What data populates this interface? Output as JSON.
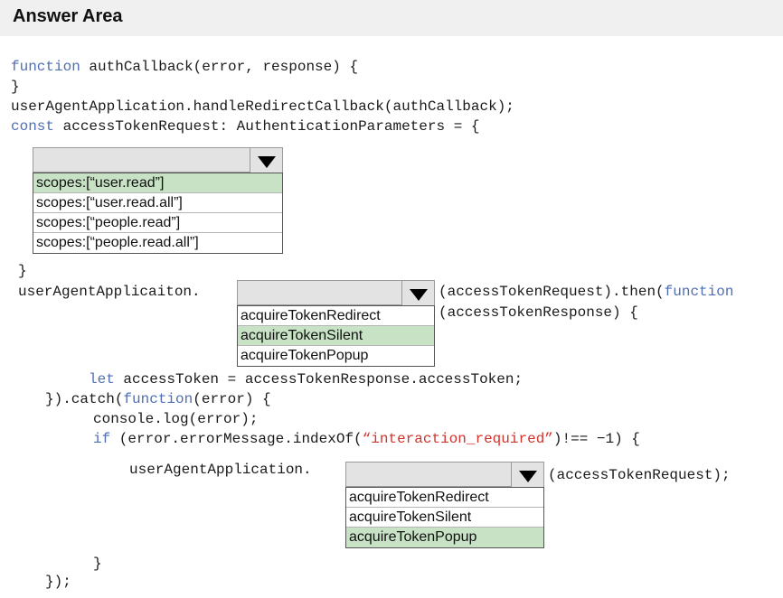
{
  "header": {
    "title": "Answer Area"
  },
  "code": {
    "l1_kw": "function",
    "l1_rest": " authCallback(error, response) {",
    "l2": "}",
    "l3": "userAgentApplication.handleRedirectCallback(authCallback);",
    "l4_kw": "const",
    "l4_rest": " accessTokenRequest: AuthenticationParameters = {",
    "l5": "}",
    "l6": "userAgentApplicaiton.",
    "l6_after_a": "(accessTokenRequest).then(",
    "l6_after_kw": "function",
    "l7": "(accessTokenResponse) {",
    "l8_kw": "let",
    "l8_rest": " accessToken = accessTokenResponse.accessToken;",
    "l9_a": "}).catch(",
    "l9_kw": "function",
    "l9_b": "(error) {",
    "l10": "console.log(error);",
    "l11_kw": "if",
    "l11_a": " (error.errorMessage.indexOf(",
    "l11_str": "“interaction_required”",
    "l11_b": ")!== −1) {",
    "l12": "userAgentApplication.",
    "l12_after": "(accessTokenRequest);",
    "l13": "}",
    "l14": "});"
  },
  "dropdown1": {
    "options": [
      "scopes:[“user.read”]",
      "scopes:[“user.read.all”]",
      "scopes:[“people.read”]",
      "scopes:[“people.read.all”]"
    ],
    "selected_index": 0
  },
  "dropdown2": {
    "options": [
      "acquireTokenRedirect",
      "acquireTokenSilent",
      "acquireTokenPopup"
    ],
    "selected_index": 1
  },
  "dropdown3": {
    "options": [
      "acquireTokenRedirect",
      "acquireTokenSilent",
      "acquireTokenPopup"
    ],
    "selected_index": 2
  },
  "colors": {
    "keyword": "#4f6fb5",
    "string": "#d0342c",
    "selected_option": "#c7e2c4"
  },
  "icons": {
    "dropdown_arrow": "triangle-down-icon"
  }
}
